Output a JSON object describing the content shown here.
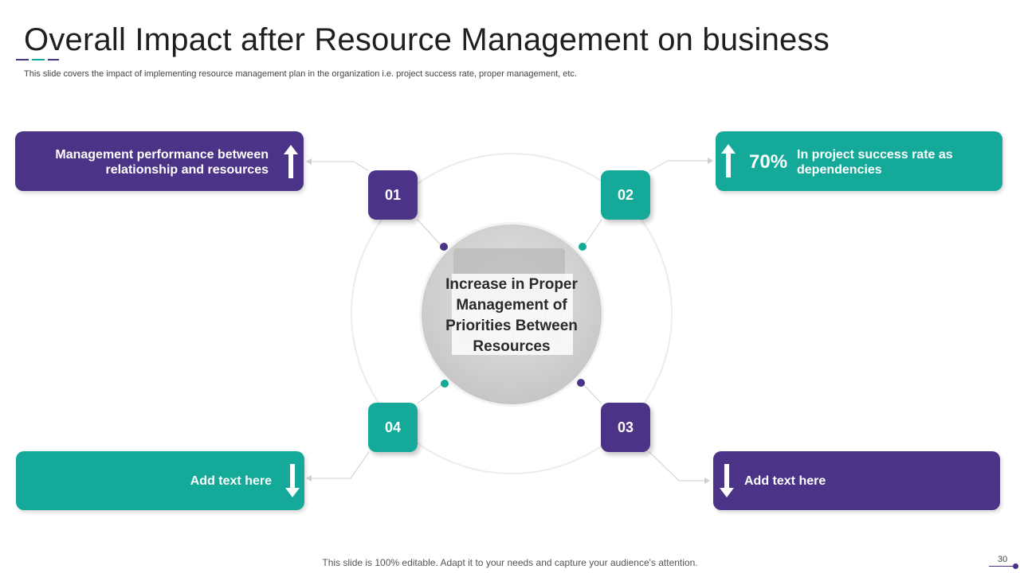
{
  "slide": {
    "title": "Overall Impact after Resource Management on business",
    "subtitle": "This slide covers the impact of implementing resource management plan in the organization i.e. project success rate, proper management, etc.",
    "footer": "This slide is 100% editable. Adapt it to your needs and capture your audience's attention.",
    "page_number": "30"
  },
  "colors": {
    "purple": "#4b3487",
    "teal": "#14a998"
  },
  "center": {
    "text": "Increase in Proper Management of Priorities Between Resources",
    "image_icon": "laptop-photo"
  },
  "steps": [
    {
      "number": "01",
      "color": "purple",
      "text": "Management performance between relationship and resources",
      "arrow": "arrow-up-icon"
    },
    {
      "number": "02",
      "color": "teal",
      "percent": "70%",
      "text": "In project success rate as dependencies",
      "arrow": "arrow-up-icon"
    },
    {
      "number": "03",
      "color": "purple",
      "text": "Add text here",
      "arrow": "arrow-down-icon"
    },
    {
      "number": "04",
      "color": "teal",
      "text": "Add text here",
      "arrow": "arrow-down-icon"
    }
  ]
}
